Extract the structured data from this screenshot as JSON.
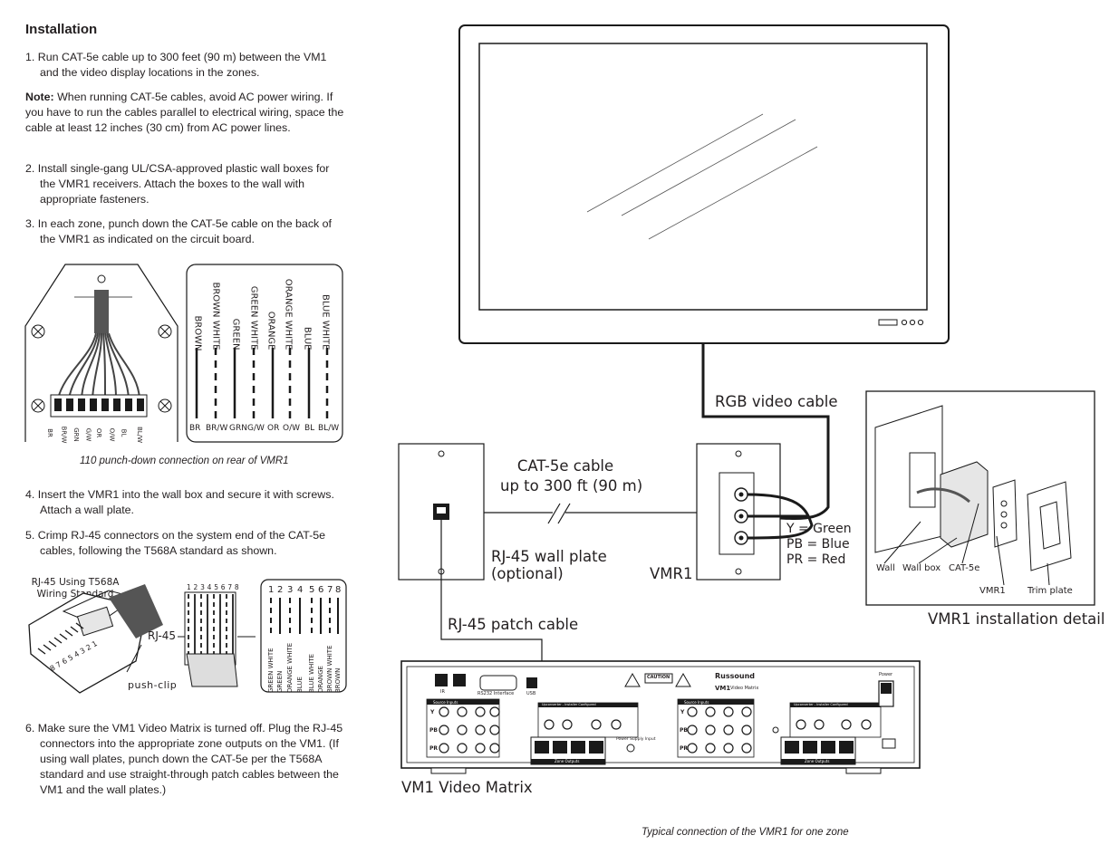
{
  "heading": "Installation",
  "steps": {
    "s1": "1. Run CAT-5e cable up to 300 feet (90 m) between the VM1 and the video display locations in the zones.",
    "note_label": "Note:",
    "note_text": " When running CAT-5e cables, avoid AC power wiring. If you have to run the cables parallel to electrical wiring, space the cable at least 12 inches (30 cm) from AC power lines.",
    "s2": "2. Install single-gang UL/CSA-approved plastic wall boxes for the VMR1 receivers. Attach the boxes to the wall with appropriate fasteners.",
    "s3": "3. In each zone, punch down the CAT-5e cable on the back of the VMR1 as indicated on the circuit board.",
    "s4": "4. Insert the VMR1 into the wall box and secure it with screws. Attach a wall plate.",
    "s5": "5. Crimp RJ-45 connectors on the system end of the CAT-5e cables, following the T568A standard as shown.",
    "s6": "6. Make sure the VM1 Video Matrix is turned off. Plug the RJ-45 connectors into the appropriate zone outputs on the VM1. (If using wall plates, punch down the CAT-5e per the T568A standard and use straight-through patch cables between the VM1 and the wall plates.)"
  },
  "punchdown": {
    "caption": "110 punch-down connection on rear of VMR1",
    "board_labels": [
      "BR",
      "BR/W",
      "GRN",
      "G/W",
      "OR",
      "O/W",
      "BL",
      "BL/W"
    ],
    "wire_names": [
      "BROWN",
      "BROWN WHITE",
      "GREEN",
      "GREEN WHITE",
      "ORANGE",
      "ORANGE WHITE",
      "BLUE",
      "BLUE WHITE"
    ],
    "legend_codes": [
      "BR",
      "BR/W",
      "GRN",
      "G/W",
      "OR",
      "O/W",
      "BL",
      "BL/W"
    ]
  },
  "rj45": {
    "title": "RJ-45 Using T568A Wiring Standard",
    "title_line1": "RJ-45 Using T568A",
    "title_line2": "Wiring Standard",
    "connector_label": "RJ-45",
    "clip_label": "push-clip",
    "plug_pins": "8 7 6 5 4 3 2 1",
    "pin_numbers": "1 2 3 4 5 6 7 8",
    "legend_numbers": [
      "1",
      "2",
      "3",
      "4",
      "5",
      "6",
      "7",
      "8"
    ],
    "legend_names": [
      "GREEN WHITE",
      "GREEN",
      "ORANGE WHITE",
      "BLUE",
      "BLUE WHITE",
      "ORANGE",
      "BROWN WHITE",
      "BROWN"
    ]
  },
  "diagram": {
    "rgb_cable": "RGB video cable",
    "cat5e_line1": "CAT-5e cable",
    "cat5e_line2": "up to 300 ft (90 m)",
    "wallplate_line1": "RJ-45 wall plate",
    "wallplate_line2": "(optional)",
    "vmr1": "VMR1",
    "color_y": "Y = Green",
    "color_pb": "PB = Blue",
    "color_pr": "PR = Red",
    "patch_cable": "RJ-45 patch cable",
    "vm1": "VM1 Video Matrix",
    "figure_caption": "Typical connection of the VMR1 for one zone"
  },
  "detail": {
    "title": "VMR1 installation detail",
    "labels": [
      "Wall",
      "Wall box",
      "CAT-5e",
      "VMR1",
      "Trim plate"
    ]
  },
  "vm1_panel": {
    "brand": "Russound",
    "model": "VM1",
    "model_sub": "Video Matrix",
    "caution": "CAUTION",
    "source_inputs": "Source Inputs",
    "zone_outputs": "Zone Outputs",
    "rs232": "RS232 Interface",
    "usb": "USB",
    "power": "Power",
    "power_input": "Power Supply Input",
    "upconverter": "Upconverter - Installer Configured",
    "ir": "IR",
    "row_labels": [
      "Y",
      "PB",
      "PR"
    ]
  },
  "colors": {
    "ink": "#231f20",
    "line": "#1a1a1a",
    "screen_edge": "#333333",
    "panel_gray": "#e6e6e6"
  }
}
